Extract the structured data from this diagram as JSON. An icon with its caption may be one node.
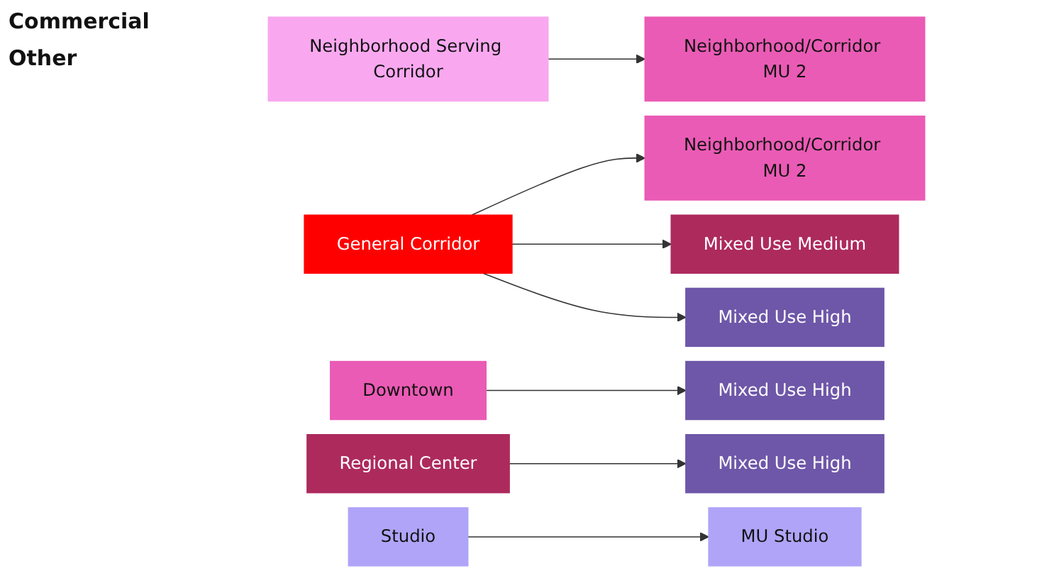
{
  "diagram": {
    "nodes": [
      {
        "text": [
          "Neighborhood Serving Corridor"
        ]
      },
      {
        "text": [
          "Neighborhood/Corridor MU 2"
        ]
      },
      {
        "text": [
          "General Corridor"
        ]
      },
      {
        "text": [
          "Neighborhood/Corridor MU 2"
        ]
      },
      {
        "text": [
          "Mixed Use Medium"
        ]
      },
      {
        "text": [
          "Mixed Use High"
        ]
      },
      {
        "text": [
          "Downtown"
        ]
      },
      {
        "text": [
          "Mixed Use High"
        ]
      },
      {
        "text": [
          "Regional Center"
        ]
      },
      {
        "text": [
          "Mixed Use High"
        ]
      },
      {
        "text": [
          "Studio"
        ]
      },
      {
        "text": [
          "MU Studio"
        ]
      }
    ],
    "edges": [
      {
        "from": 0,
        "to": 1,
        "arrow": "to"
      },
      {
        "from": 2,
        "to": 3,
        "arrow": "to"
      },
      {
        "from": 2,
        "to": 4,
        "arrow": "to"
      },
      {
        "from": 2,
        "to": 5,
        "arrow": "to"
      },
      {
        "from": 6,
        "to": 7,
        "arrow": "to"
      },
      {
        "from": 8,
        "to": 9,
        "arrow": "to"
      },
      {
        "from": 10,
        "to": 11,
        "arrow": "to"
      }
    ],
    "labels": [
      "Commercial",
      "Other"
    ]
  }
}
